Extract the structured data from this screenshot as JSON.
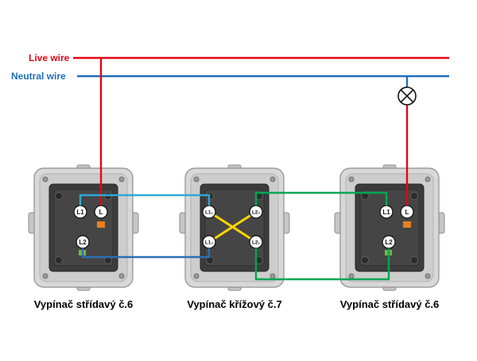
{
  "diagram": {
    "legend": {
      "live_label": "Live wire",
      "neutral_label": "Neutral wire"
    },
    "colors": {
      "live": "#e30613",
      "neutral": "#1e6fb8",
      "traveler_cyan": "#2fa7d4",
      "traveler_blue": "#2a6fb5",
      "traveler_green": "#00a651",
      "jumper_yellow": "#ffd400",
      "lamp": "#111111",
      "accent_orange": "#e8821e",
      "accent_green": "#7cb342"
    },
    "switches": [
      {
        "caption": "Vypínač střídavý č.6",
        "terminals": {
          "t1": "L1",
          "t2": "L",
          "t3": "L2"
        }
      },
      {
        "caption": "Vypínač křížový č.7",
        "terminals": {
          "t1": "L1₁",
          "t2": "L2₂",
          "t3": "L1₂",
          "t4": "L2₁"
        }
      },
      {
        "caption": "Vypínač střídavý č.6",
        "terminals": {
          "t1": "L1",
          "t2": "L",
          "t3": "L2"
        }
      }
    ]
  }
}
